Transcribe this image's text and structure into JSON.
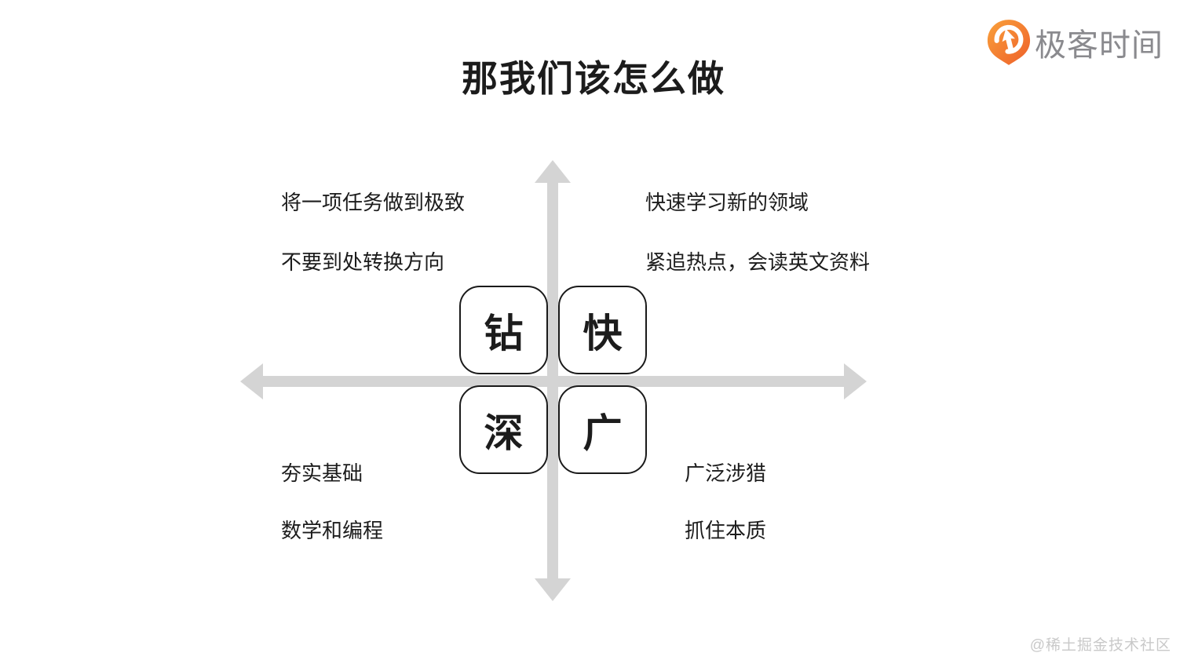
{
  "title": "那我们该怎么做",
  "logo": {
    "name": "极客时间",
    "icon": "geektime-pin-icon"
  },
  "diagram": {
    "boxes": [
      {
        "label": "钻"
      },
      {
        "label": "快"
      },
      {
        "label": "深"
      },
      {
        "label": "广"
      }
    ],
    "quadrants": {
      "top_left": {
        "line1": "将一项任务做到极致",
        "line2": "不要到处转换方向"
      },
      "top_right": {
        "line1": "快速学习新的领域",
        "line2": "紧追热点，会读英文资料"
      },
      "bottom_left": {
        "line1": "夯实基础",
        "line2": "数学和编程"
      },
      "bottom_right": {
        "line1": "广泛涉猎",
        "line2": "抓住本质"
      }
    }
  },
  "watermark": "@稀土掘金技术社区",
  "colors": {
    "axis": "#d4d4d4",
    "text": "#1c1c1c",
    "logo_orange_a": "#f9a13b",
    "logo_orange_b": "#ee5f2a",
    "logo_text": "#8a8a8e",
    "watermark": "#c9c9c9",
    "background": "#ffffff"
  }
}
